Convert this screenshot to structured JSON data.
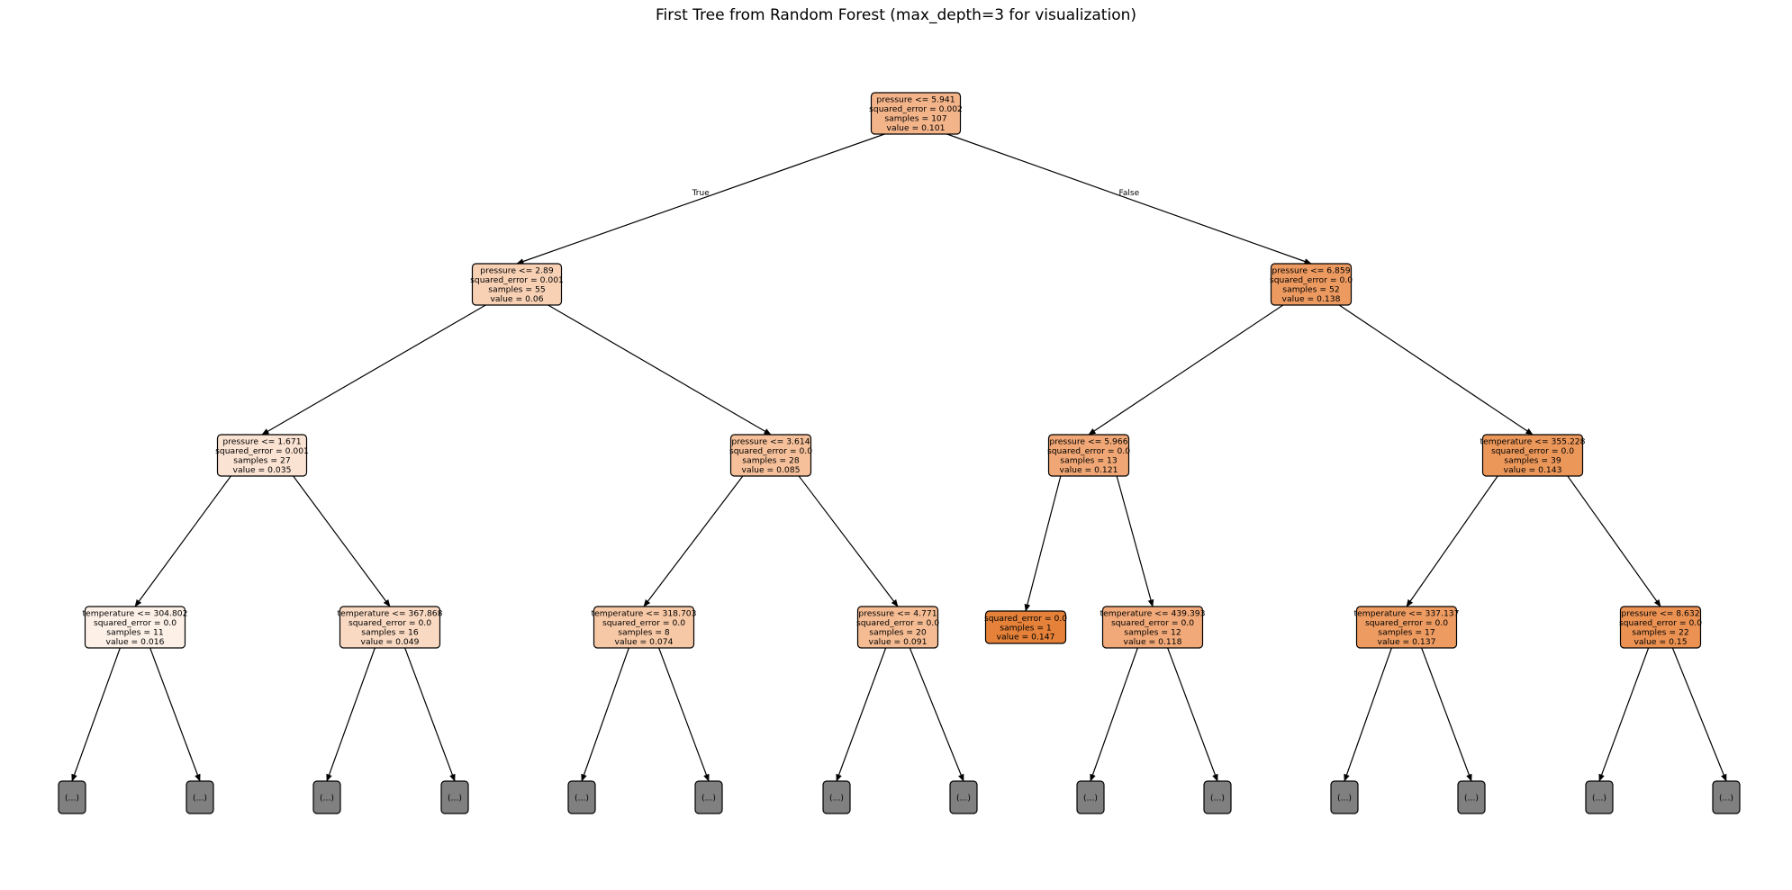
{
  "title": "First Tree from Random Forest (max_depth=3 for visualization)",
  "edge_labels": {
    "true": "True",
    "false": "False"
  },
  "colors": {
    "truncated": "#808080",
    "low": "#fdf0e7",
    "high": "#e58139"
  },
  "nodes": [
    {
      "id": "n0",
      "lines": [
        "pressure <= 5.941",
        "squared_error = 0.002",
        "samples = 107",
        "value = 0.101"
      ],
      "fill": "#f4b48a"
    },
    {
      "id": "n1",
      "lines": [
        "pressure <= 2.89",
        "squared_error = 0.001",
        "samples = 55",
        "value = 0.06"
      ],
      "fill": "#f8d1b5"
    },
    {
      "id": "n2",
      "lines": [
        "pressure <= 6.859",
        "squared_error = 0.0",
        "samples = 52",
        "value = 0.138"
      ],
      "fill": "#ed9a60"
    },
    {
      "id": "n3",
      "lines": [
        "pressure <= 1.671",
        "squared_error = 0.001",
        "samples = 27",
        "value = 0.035"
      ],
      "fill": "#fbe3d3"
    },
    {
      "id": "n4",
      "lines": [
        "pressure <= 3.614",
        "squared_error = 0.0",
        "samples = 28",
        "value = 0.085"
      ],
      "fill": "#f6c09a"
    },
    {
      "id": "n5",
      "lines": [
        "pressure <= 5.966",
        "squared_error = 0.0",
        "samples = 13",
        "value = 0.121"
      ],
      "fill": "#f0a775"
    },
    {
      "id": "n6",
      "lines": [
        "temperature <= 355.228",
        "squared_error = 0.0",
        "samples = 39",
        "value = 0.143"
      ],
      "fill": "#ec975a"
    },
    {
      "id": "n7",
      "lines": [
        "temperature <= 304.802",
        "squared_error = 0.0",
        "samples = 11",
        "value = 0.016"
      ],
      "fill": "#fdf0e7"
    },
    {
      "id": "n8",
      "lines": [
        "temperature <= 367.868",
        "squared_error = 0.0",
        "samples = 16",
        "value = 0.049"
      ],
      "fill": "#f9d9c2"
    },
    {
      "id": "n9",
      "lines": [
        "temperature <= 318.703",
        "squared_error = 0.0",
        "samples = 8",
        "value = 0.074"
      ],
      "fill": "#f7c8a6"
    },
    {
      "id": "n10",
      "lines": [
        "pressure <= 4.771",
        "squared_error = 0.0",
        "samples = 20",
        "value = 0.091"
      ],
      "fill": "#f5bc93"
    },
    {
      "id": "n11",
      "lines": [
        "squared_error = 0.0",
        "samples = 1",
        "value = 0.147"
      ],
      "fill": "#e58139"
    },
    {
      "id": "n12",
      "lines": [
        "temperature <= 439.393",
        "squared_error = 0.0",
        "samples = 12",
        "value = 0.118"
      ],
      "fill": "#f1a979"
    },
    {
      "id": "n13",
      "lines": [
        "temperature <= 337.137",
        "squared_error = 0.0",
        "samples = 17",
        "value = 0.137"
      ],
      "fill": "#ed9b61"
    },
    {
      "id": "n14",
      "lines": [
        "pressure <= 8.632",
        "squared_error = 0.0",
        "samples = 22",
        "value = 0.15"
      ],
      "fill": "#eb9253"
    }
  ],
  "truncated_label": "(...)"
}
